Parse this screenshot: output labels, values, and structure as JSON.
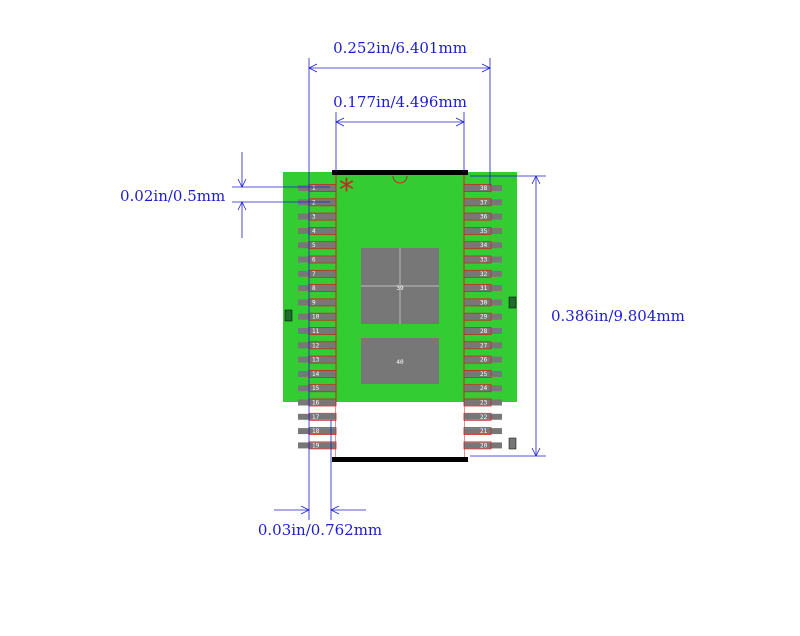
{
  "colors": {
    "board": "#33cc33",
    "dimension": "#1d1dcc",
    "pad": "#777777",
    "pin_outline": "#cc2222",
    "body_edge": "#000000",
    "marker": "#cc2222",
    "side_pad": "#1f6b2e"
  },
  "dimensions": {
    "overall_width": "0.252in/6.401mm",
    "inner_width": "0.177in/4.496mm",
    "pitch": "0.02in/0.5mm",
    "pad_width": "0.03in/0.762mm",
    "height": "0.386in/9.804mm"
  },
  "pin1_marker": "*",
  "left_pins": [
    "1",
    "2",
    "3",
    "4",
    "5",
    "6",
    "7",
    "8",
    "9",
    "10",
    "11",
    "12",
    "13",
    "14",
    "15",
    "16",
    "17",
    "18",
    "19"
  ],
  "right_pins": [
    "38",
    "37",
    "36",
    "35",
    "34",
    "33",
    "32",
    "31",
    "30",
    "29",
    "28",
    "27",
    "26",
    "25",
    "24",
    "23",
    "22",
    "21",
    "20"
  ],
  "thermal_pads": [
    "39",
    "40"
  ]
}
